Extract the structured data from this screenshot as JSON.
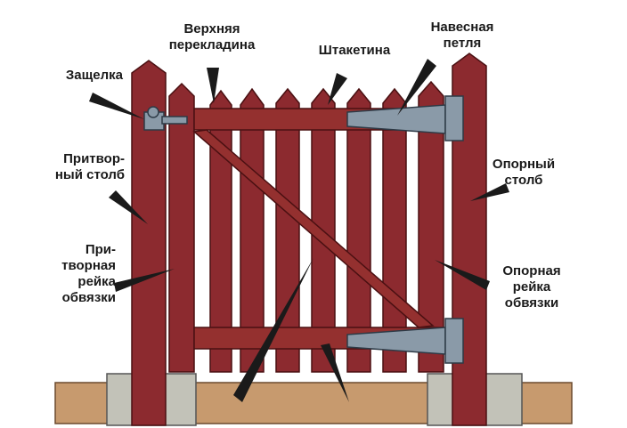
{
  "labels": {
    "latch": "Защелка",
    "top_rail": [
      "Верхняя",
      "перекладина"
    ],
    "picket": "Штакетина",
    "hinge": [
      "Навесная",
      "петля"
    ],
    "latch_post": [
      "Притвор-",
      "ный столб"
    ],
    "support_post": [
      "Опорный",
      "столб"
    ],
    "latch_stile": [
      "При-",
      "творная",
      "рейка",
      "обвязки"
    ],
    "hinge_stile": [
      "Опорная",
      "рейка",
      "обвязки"
    ]
  },
  "colors": {
    "wood": "#8c2a2f",
    "wood_dark": "#5a1619",
    "metal": "#8a9aa8",
    "ground": "#c79a6e",
    "stone": "#c2c2b8",
    "pointer": "#1a1a1a"
  }
}
